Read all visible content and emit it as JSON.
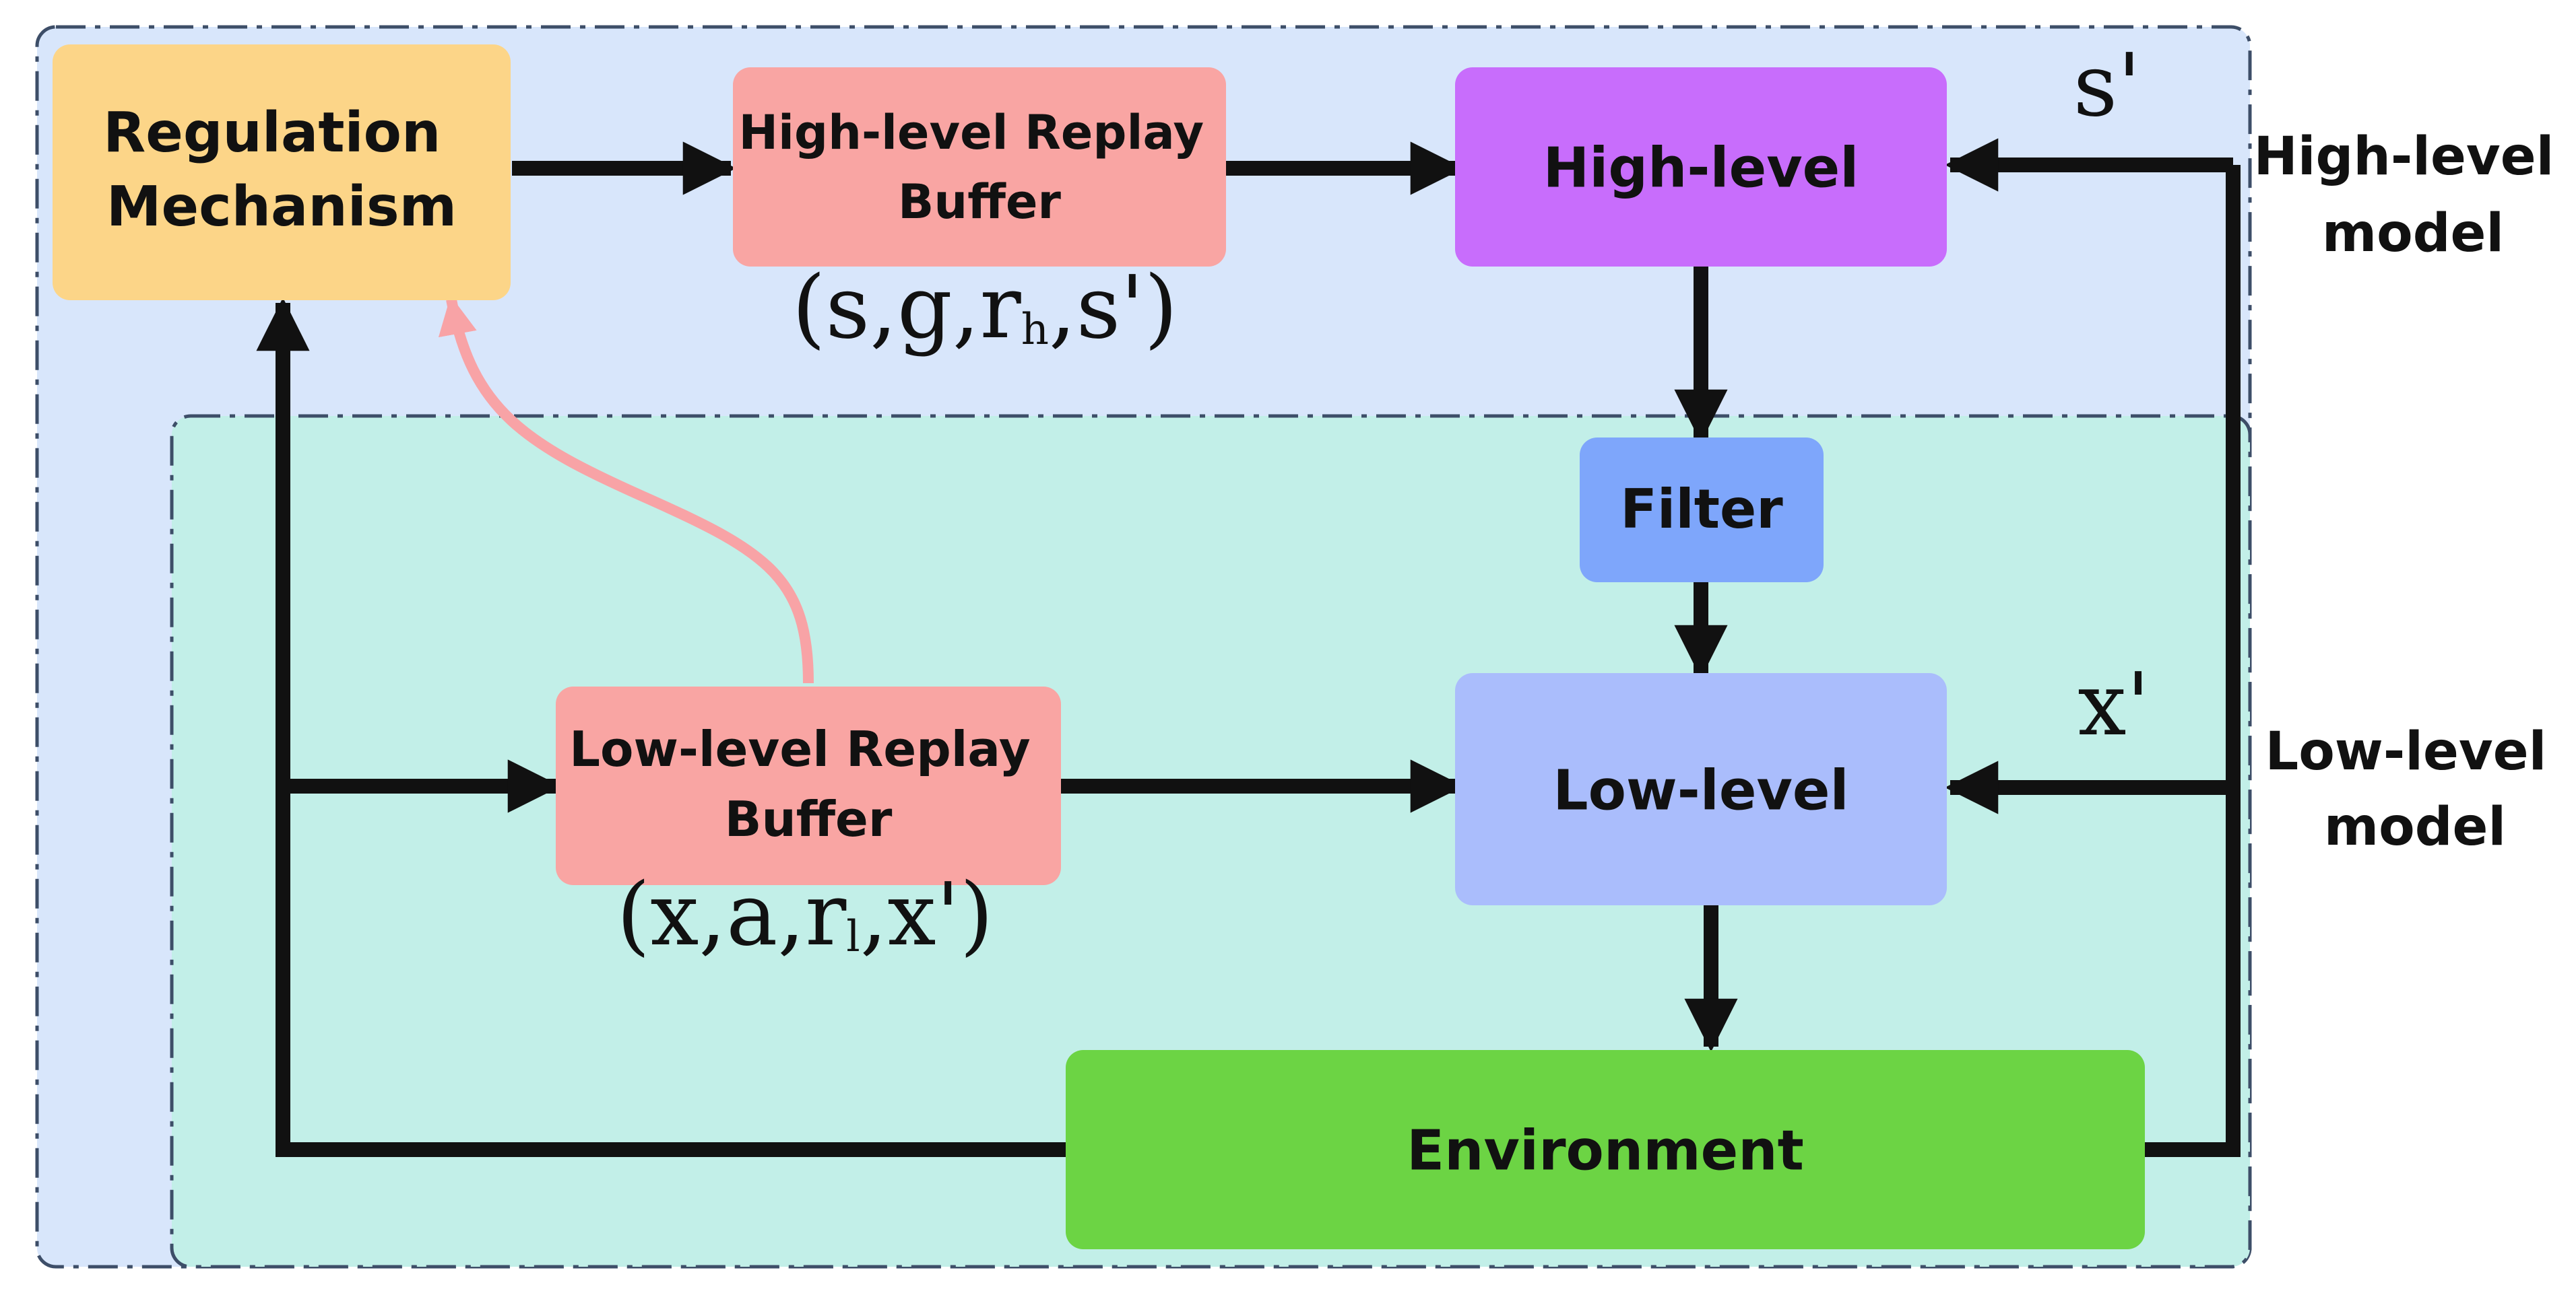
{
  "nodes": {
    "regulation": [
      "Regulation",
      "Mechanism"
    ],
    "high_buffer": [
      "High-level Replay",
      "Buffer"
    ],
    "high_level": "High-level",
    "filter": "Filter",
    "low_buffer": [
      "Low-level Replay",
      "Buffer"
    ],
    "low_level": "Low-level",
    "environment": "Environment"
  },
  "math": {
    "high_tuple_pre": "(s,g,r",
    "high_tuple_sub": "h",
    "high_tuple_post": ",s')",
    "low_tuple_pre": "(x,a,r",
    "low_tuple_sub": "l",
    "low_tuple_post": ",x')",
    "s_prime": "s'",
    "x_prime": "x'"
  },
  "side_labels": {
    "high_model": [
      "High-level",
      "model"
    ],
    "low_model": [
      "Low-level",
      "model"
    ]
  },
  "colors": {
    "outer_region": "#d8e6fb",
    "inner_region": "#c2efe8",
    "regulation": "#fcd588",
    "replay_buffer": "#f9a5a3",
    "high_level": "#c86dfc",
    "filter": "#7ea6fb",
    "low_level": "#aabdfc",
    "environment": "#6cd444",
    "pink_arrow": "#f8a3a6",
    "arrow": "#111111"
  }
}
